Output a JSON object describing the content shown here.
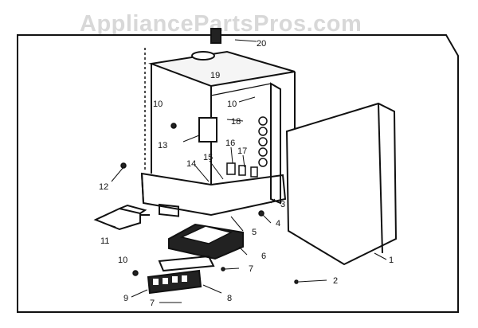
{
  "watermark": "AppliancePartsPros.com",
  "colors": {
    "ink": "#111111",
    "paper": "#ffffff",
    "watermark": "#d8d8d8"
  },
  "callouts": [
    "1",
    "2",
    "3",
    "4",
    "5",
    "6",
    "7",
    "7",
    "8",
    "9",
    "10",
    "10",
    "10",
    "11",
    "12",
    "13",
    "14",
    "15",
    "16",
    "17",
    "18",
    "19",
    "20"
  ]
}
